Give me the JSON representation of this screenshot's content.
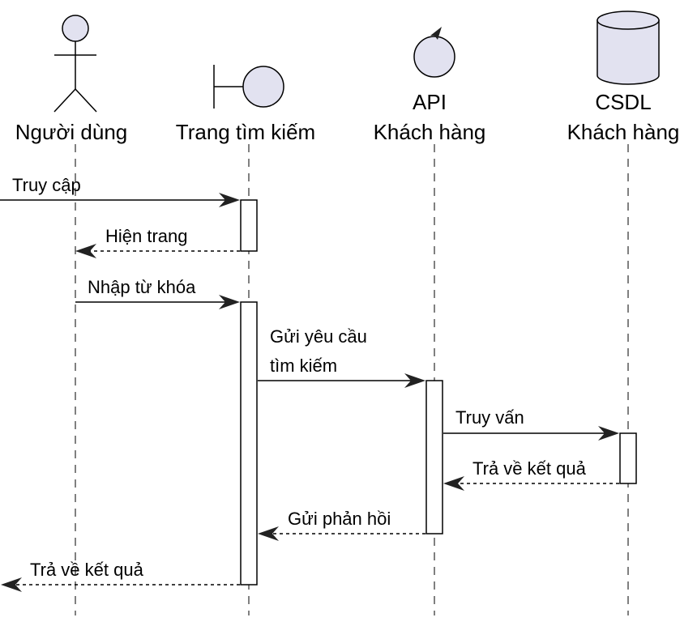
{
  "participants": [
    {
      "id": "user",
      "type": "actor",
      "lines": [
        "Người dùng"
      ]
    },
    {
      "id": "page",
      "type": "boundary",
      "lines": [
        "Trang tìm kiếm"
      ]
    },
    {
      "id": "api",
      "type": "control",
      "lines": [
        "API",
        "Khách hàng"
      ]
    },
    {
      "id": "db",
      "type": "database",
      "lines": [
        "CSDL",
        "Khách hàng"
      ]
    }
  ],
  "messages": [
    {
      "from": "external",
      "to": "page",
      "style": "solid",
      "lines": [
        "Truy cập"
      ]
    },
    {
      "from": "page",
      "to": "user",
      "style": "dashed",
      "lines": [
        "Hiện trang"
      ]
    },
    {
      "from": "user",
      "to": "page",
      "style": "solid",
      "lines": [
        "Nhập từ khóa"
      ]
    },
    {
      "from": "page",
      "to": "api",
      "style": "solid",
      "lines": [
        "Gửi yêu cầu",
        "tìm kiếm"
      ]
    },
    {
      "from": "api",
      "to": "db",
      "style": "solid",
      "lines": [
        "Truy vấn"
      ]
    },
    {
      "from": "db",
      "to": "api",
      "style": "dashed",
      "lines": [
        "Trả về kết quả"
      ]
    },
    {
      "from": "api",
      "to": "page",
      "style": "dashed",
      "lines": [
        "Gửi phản hồi"
      ]
    },
    {
      "from": "page",
      "to": "external",
      "style": "dashed",
      "lines": [
        "Trả về kết quả"
      ]
    }
  ]
}
